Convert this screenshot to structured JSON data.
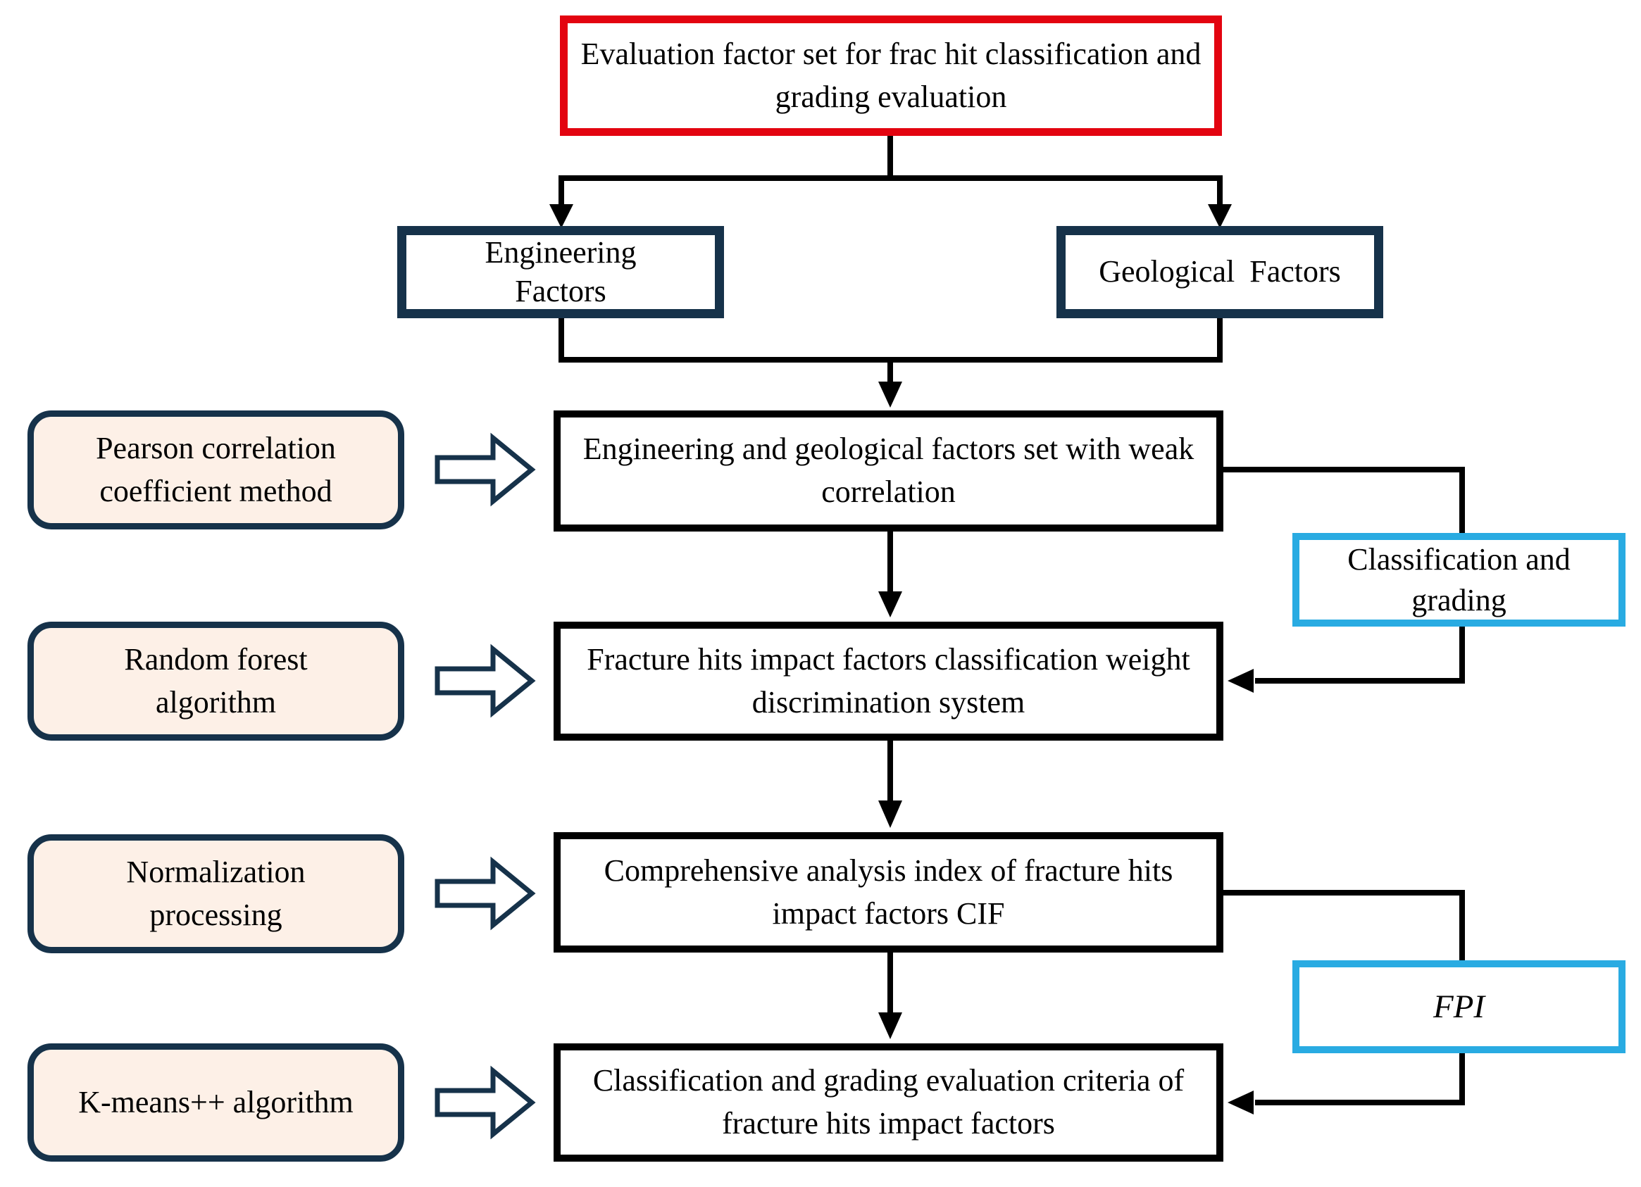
{
  "figure": {
    "title_box": "Evaluation factor set for frac hit classification and grading evaluation",
    "factor_boxes": {
      "engineering": "Engineering Factors",
      "geological": "Geological Factors"
    },
    "method_boxes": [
      "Pearson correlation coefficient method",
      "Random forest algorithm",
      "Normalization processing",
      "K-means++ algorithm"
    ],
    "process_boxes": [
      "Engineering and geological factors set with weak correlation",
      "Fracture hits impact factors classification weight discrimination system",
      "Comprehensive analysis index of fracture hits impact factors CIF",
      "Classification and grading evaluation criteria of fracture hits impact factors"
    ],
    "annotation_boxes": [
      "Classification and grading",
      "FPI"
    ],
    "colors": {
      "red": "#e30410",
      "navy": "#16324a",
      "cyan": "#29abe2",
      "cream": "#fdf0e7",
      "line": "#000000"
    }
  }
}
